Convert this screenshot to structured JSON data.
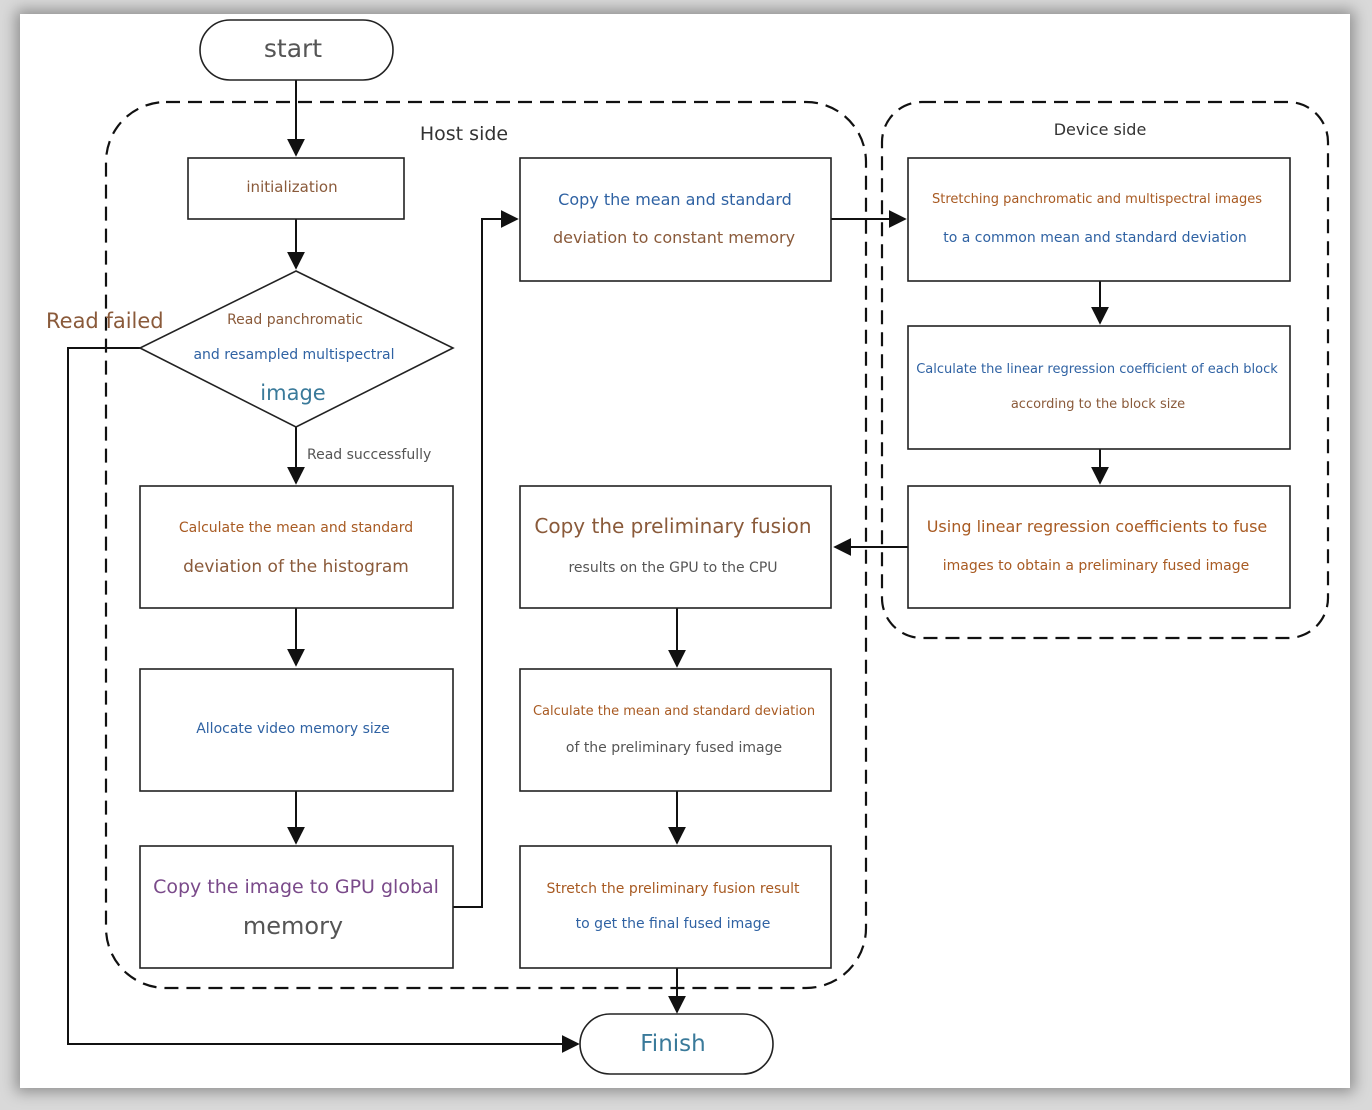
{
  "colors": {
    "brown": "#8a5a3a",
    "orange": "#a85a22",
    "blue": "#2f62a3",
    "teal": "#3a7a9a",
    "purple": "#7a4a8a",
    "gray": "#555555"
  },
  "groups": {
    "host": "Host side",
    "device": "Device side"
  },
  "terminals": {
    "start": "start",
    "finish": "Finish"
  },
  "nodes": {
    "init": [
      "initialization"
    ],
    "read": [
      "Read panchromatic",
      "and resampled multispectral",
      "image"
    ],
    "calc_hist": [
      "Calculate the mean and standard",
      "deviation of the histogram"
    ],
    "alloc": [
      "Allocate video memory size"
    ],
    "copy_gpu": [
      "Copy the image to GPU global",
      "memory"
    ],
    "copy_const": [
      "Copy the mean and standard",
      "deviation to constant memory"
    ],
    "copy_cpu": [
      "Copy the preliminary fusion",
      "results on the GPU to the CPU"
    ],
    "calc_prelim": [
      "Calculate the mean and standard deviation",
      "of the preliminary fused image"
    ],
    "stretch_final": [
      "Stretch the preliminary fusion result",
      "to get the final fused image"
    ],
    "stretch_dev": [
      "Stretching panchromatic and multispectral images",
      "to a common mean and standard deviation"
    ],
    "regress": [
      "Calculate the linear regression coefficient of each block",
      "according to the block size"
    ],
    "fuse": [
      "Using linear regression coefficients to fuse",
      "images to obtain a preliminary fused image"
    ]
  },
  "edge_labels": {
    "read_failed": "Read failed",
    "read_success": "Read successfully"
  }
}
